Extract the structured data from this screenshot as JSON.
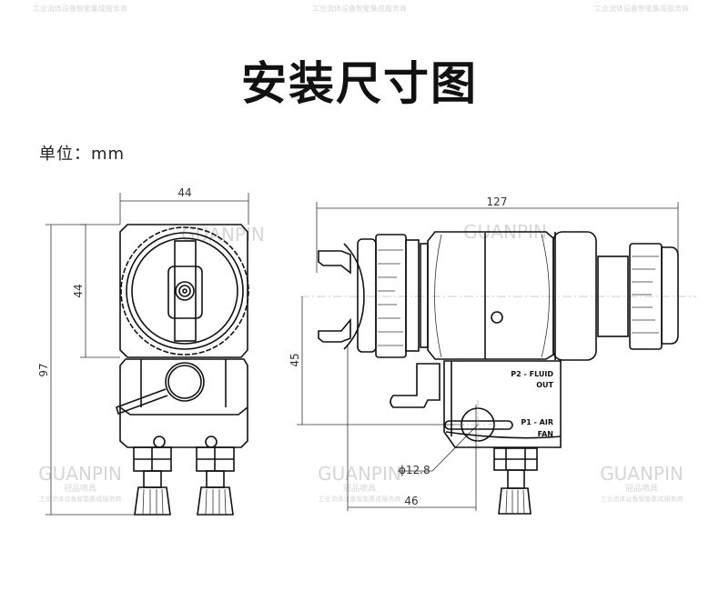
{
  "title": "安装尺寸图",
  "unit_label": "单位：mm",
  "watermark": {
    "brand": "GUANPIN",
    "brand_cn": "冠品喷具",
    "slogan": "工业流体设备智能集成服务商"
  },
  "front_view": {
    "width_dim": "44",
    "head_height_dim": "44",
    "total_height_dim": "97"
  },
  "side_view": {
    "length_dim": "127",
    "height_dim": "45",
    "offset_dim": "46",
    "hole_dim": "ϕ12.8",
    "port_p2_line1": "P2 - FLUID",
    "port_p2_line2": "OUT",
    "port_p1_line1": "P1 - AIR",
    "port_p1_line2": "FAN"
  }
}
